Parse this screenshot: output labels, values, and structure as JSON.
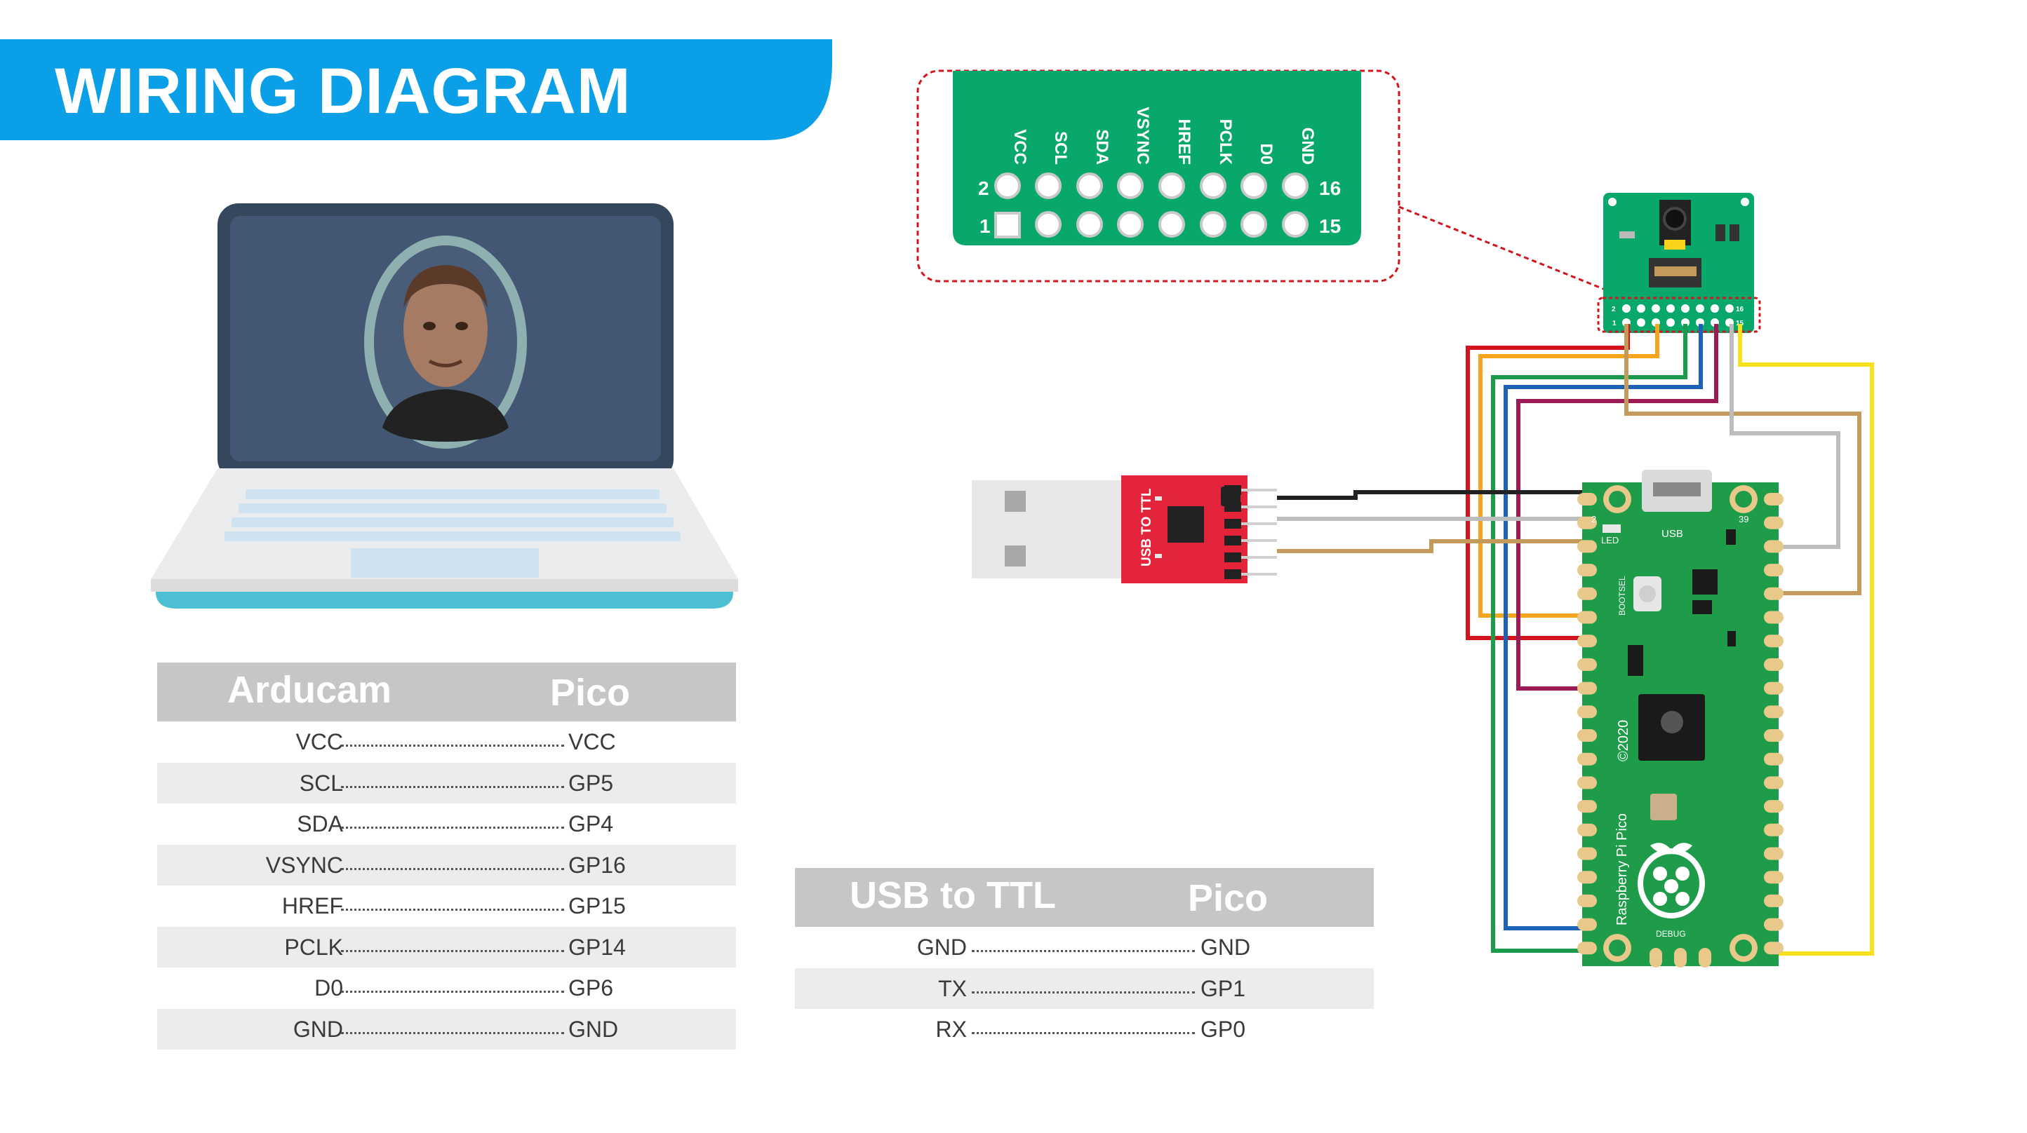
{
  "title": "WIRING DIAGRAM",
  "camera_header_labels": [
    "VCC",
    "SCL",
    "SDA",
    "VSYNC",
    "HREF",
    "PCLK",
    "D0",
    "GND"
  ],
  "camera_header_numbers": {
    "top_left": "2",
    "bottom_left": "1",
    "top_right": "16",
    "bottom_right": "15"
  },
  "camera_mini_numbers": {
    "top_left": "2",
    "bottom_left": "1",
    "top_right": "16",
    "bottom_right": "15"
  },
  "usb_ttl_label": "USB TO TTL",
  "pico_labels": {
    "led": "LED",
    "usb": "USB",
    "bootsel": "BOOTSEL",
    "copyright": "©2020",
    "name": "Raspberry Pi Pico",
    "debug": "DEBUG",
    "pin2": "2",
    "pin39": "39"
  },
  "arducam_table": {
    "col_left": "Arducam",
    "col_right": "Pico",
    "rows": [
      {
        "left": "VCC",
        "right": "VCC"
      },
      {
        "left": "SCL",
        "right": "GP5"
      },
      {
        "left": "SDA",
        "right": "GP4"
      },
      {
        "left": "VSYNC",
        "right": "GP16"
      },
      {
        "left": "HREF",
        "right": "GP15"
      },
      {
        "left": "PCLK",
        "right": "GP14"
      },
      {
        "left": "D0",
        "right": "GP6"
      },
      {
        "left": "GND",
        "right": "GND"
      }
    ]
  },
  "usb_table": {
    "col_left": "USB to TTL",
    "col_right": "Pico",
    "rows": [
      {
        "left": "GND",
        "right": "GND"
      },
      {
        "left": "TX",
        "right": "GP1"
      },
      {
        "left": "RX",
        "right": "GP0"
      }
    ]
  },
  "colors": {
    "banner": "#0a9fe6",
    "pcb_green": "#07a86a",
    "pico_green": "#1f9c4a",
    "ttl_red": "#e3243a",
    "wire_red": "#d4141c",
    "wire_orange": "#f6a51d",
    "wire_green": "#1a9b4b",
    "wire_blue": "#1c63b7",
    "wire_magenta": "#9c1a55",
    "wire_tan": "#c49a5a",
    "wire_gray": "#bdbdbd",
    "wire_yellow": "#f9e21b",
    "wire_black": "#222222"
  }
}
